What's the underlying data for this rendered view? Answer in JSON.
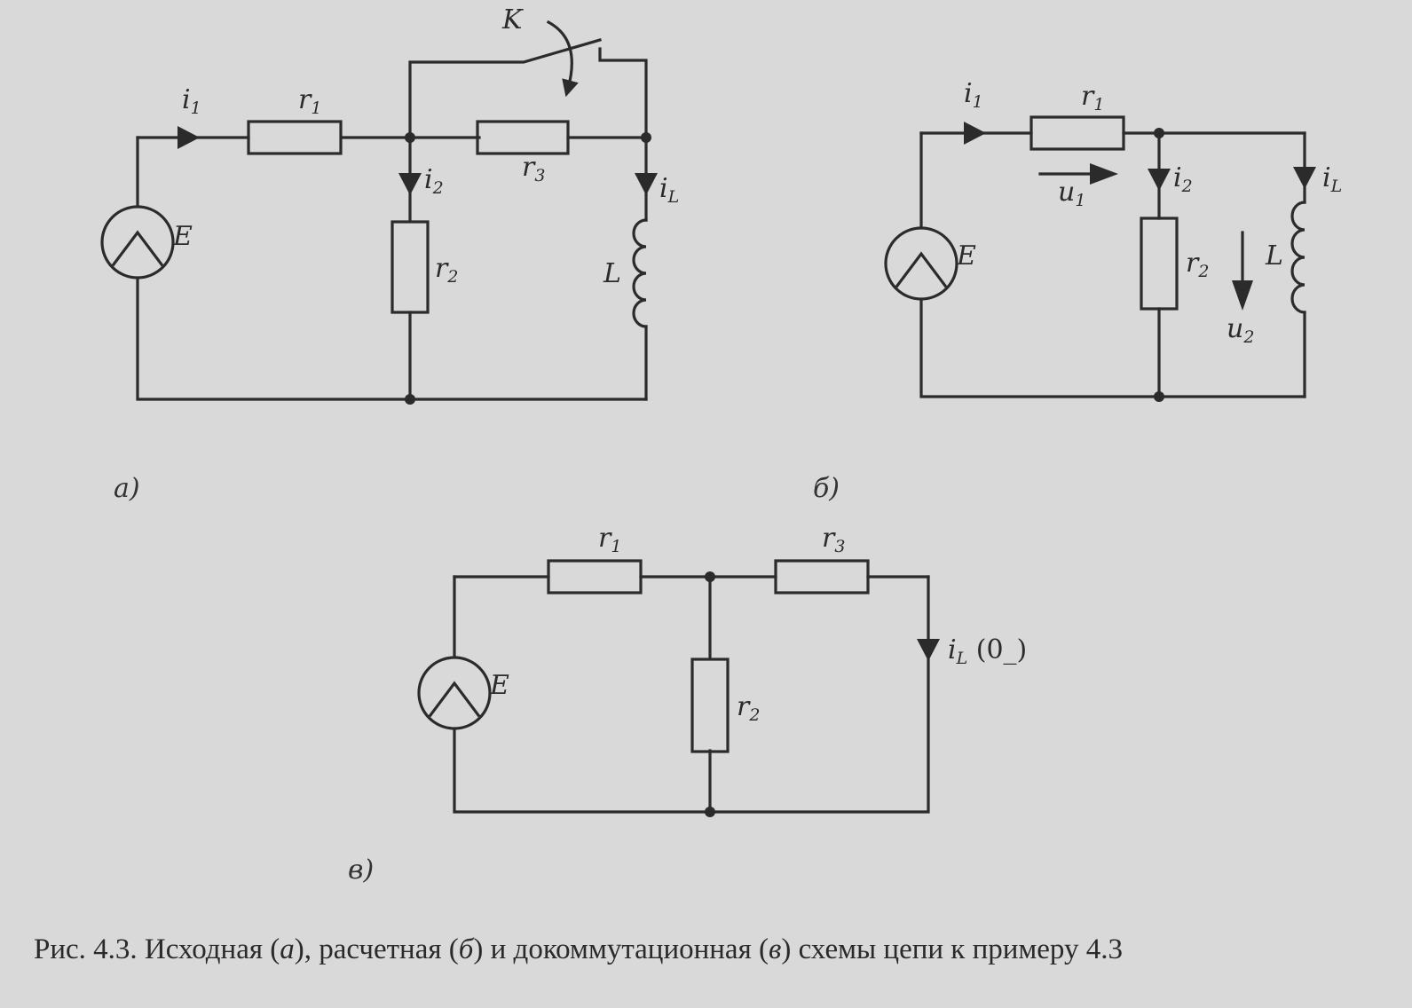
{
  "circuit_a": {
    "panel": "а)",
    "switch": "K",
    "i1": "i",
    "i1_sub": "1",
    "r1": "r",
    "r1_sub": "1",
    "r2": "r",
    "r2_sub": "2",
    "r3": "r",
    "r3_sub": "3",
    "i2": "i",
    "i2_sub": "2",
    "iL": "i",
    "iL_sub": "L",
    "L": "L",
    "E": "E"
  },
  "circuit_b": {
    "panel": "б)",
    "i1": "i",
    "i1_sub": "1",
    "r1": "r",
    "r1_sub": "1",
    "u1": "u",
    "u1_sub": "1",
    "i2": "i",
    "i2_sub": "2",
    "r2": "r",
    "r2_sub": "2",
    "u2": "u",
    "u2_sub": "2",
    "iL": "i",
    "iL_sub": "L",
    "L": "L",
    "E": "E"
  },
  "circuit_c": {
    "panel": "в)",
    "r1": "r",
    "r1_sub": "1",
    "r3": "r",
    "r3_sub": "3",
    "r2": "r",
    "r2_sub": "2",
    "iL": "i",
    "iL_sub": "L",
    "iL_suffix": " (0_)",
    "E": "E"
  },
  "caption": {
    "prefix": "Рис. 4.3. Исходная (",
    "a": "а",
    "mid1": "), расчетная (",
    "b": "б",
    "mid2": ") и докоммутационная (",
    "c": "в",
    "suffix": ") схемы цепи к примеру 4.3"
  }
}
